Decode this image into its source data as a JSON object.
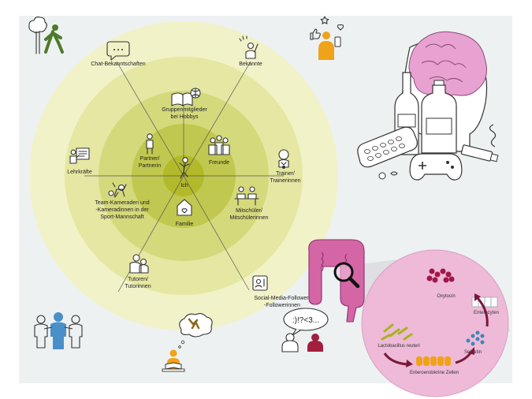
{
  "diagram": {
    "center": "Ich",
    "relations": [
      {
        "key": "chat",
        "lines": [
          "Chat-Bekanntschaften"
        ]
      },
      {
        "key": "bekannte",
        "lines": [
          "Bekannte"
        ]
      },
      {
        "key": "gruppe",
        "lines": [
          "Gruppenmitglieder",
          "bei Hobbys"
        ]
      },
      {
        "key": "partner",
        "lines": [
          "Partner/",
          "Partnerin"
        ]
      },
      {
        "key": "freunde",
        "lines": [
          "Freunde"
        ]
      },
      {
        "key": "lehrkraefte",
        "lines": [
          "Lehrkräfte"
        ]
      },
      {
        "key": "trainer",
        "lines": [
          "Trainer/",
          "Trainerinnen"
        ]
      },
      {
        "key": "team",
        "lines": [
          "Team-Kameraden und",
          "-Kameradinnen in der",
          "Sport-Mannschaft"
        ]
      },
      {
        "key": "familie",
        "lines": [
          "Familie"
        ]
      },
      {
        "key": "mitschueler",
        "lines": [
          "Mitschüler/",
          "Mitschülerinnen"
        ]
      },
      {
        "key": "tutoren",
        "lines": [
          "Tutoren/",
          "Tutorinnen"
        ]
      },
      {
        "key": "social",
        "lines": [
          "Social-Media-Follower/",
          "-Followerinnen"
        ]
      }
    ]
  },
  "speech_bubble": ":)!?<3...",
  "gut_detail": {
    "labels": {
      "oxytocin": "Oxytocin",
      "enterozyten": "Enterozyten",
      "sekretin": "Sekretin",
      "lactobacillus": "Lactobacillus reuteri",
      "enteroendokrine": "Enteroendokrine Zellen"
    }
  },
  "colors": {
    "ring_outer": "#f1f2c8",
    "ring_2": "#e5e7a2",
    "ring_3": "#d4d97c",
    "ring_4": "#c1c84f",
    "ring_center": "#b2b92b",
    "brain": "#e8a2d1",
    "gut": "#d466a6",
    "detail_circle": "#eebad8",
    "accent_orange": "#f0a219",
    "person_blue": "#4a90c8",
    "person_green": "#4e7a2c",
    "person_red": "#a21f3e"
  }
}
